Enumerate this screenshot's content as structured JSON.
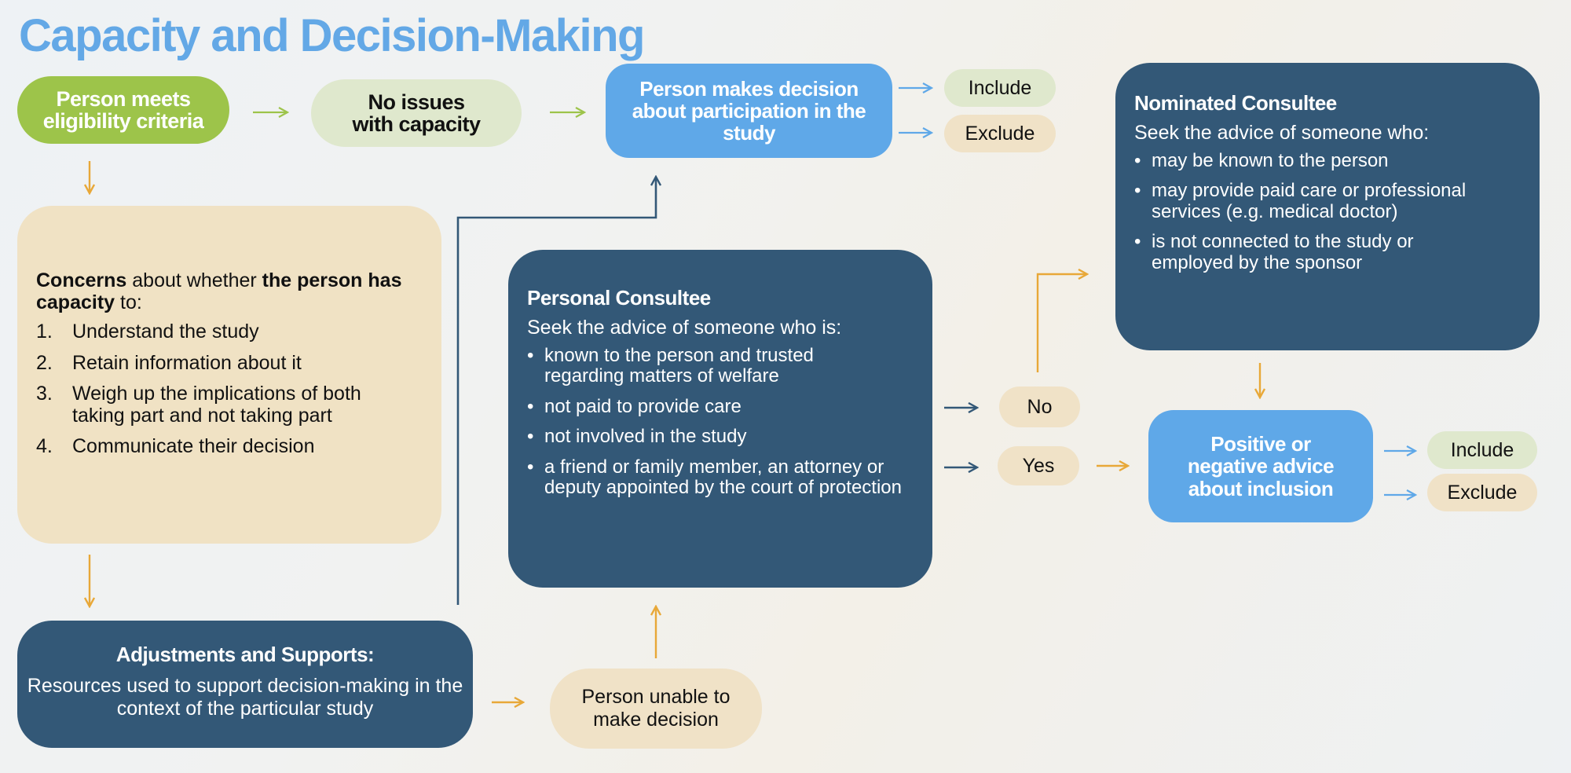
{
  "title": "Capacity and Decision-Making",
  "colors": {
    "title_blue": "#63a8e6",
    "green": "#9dc44a",
    "light_green": "#dfe8cd",
    "tan": "#f0e2c7",
    "navy": "#335877",
    "blue": "#5fa8e8",
    "orange_arrow": "#e8a838"
  },
  "nodes": {
    "eligibility": "Person meets eligibility criteria",
    "no_issues": "No issues with capacity",
    "person_decides": "Person makes decision about participation in the study",
    "include_top": "Include",
    "exclude_top": "Exclude",
    "concerns": {
      "lead_bold_1": "Concerns",
      "lead_text_1": " about whether ",
      "lead_bold_2": "the person has capacity",
      "lead_text_2": " to:",
      "items": [
        {
          "num": "1.",
          "text": "Understand the study"
        },
        {
          "num": "2.",
          "text": "Retain information about it"
        },
        {
          "num": "3.",
          "text": "Weigh up the implications of both taking part and not taking part"
        },
        {
          "num": "4.",
          "text": "Communicate their decision"
        }
      ]
    },
    "adjustments": {
      "heading": "Adjustments and Supports:",
      "description": "Resources used to support decision-making in the context of the particular study"
    },
    "unable": "Person unable to make decision",
    "personal_consultee": {
      "heading": "Personal Consultee",
      "intro": "Seek the advice of someone who is:",
      "bullets": [
        "known to the person and trusted regarding matters of welfare",
        "not paid to provide care",
        "not involved in the study",
        "a friend or family member, an attorney or deputy appointed by the court of protection"
      ]
    },
    "no": "No",
    "yes": "Yes",
    "nominated_consultee": {
      "heading": "Nominated Consultee",
      "intro": "Seek the advice of someone who:",
      "bullets": [
        "may be known to the person",
        "may provide paid care or professional services (e.g. medical doctor)",
        "is not connected to the study or employed by the sponsor"
      ]
    },
    "advice": "Positive or negative advice about inclusion",
    "include_bottom": "Include",
    "exclude_bottom": "Exclude"
  },
  "bullet_glyph": "•"
}
